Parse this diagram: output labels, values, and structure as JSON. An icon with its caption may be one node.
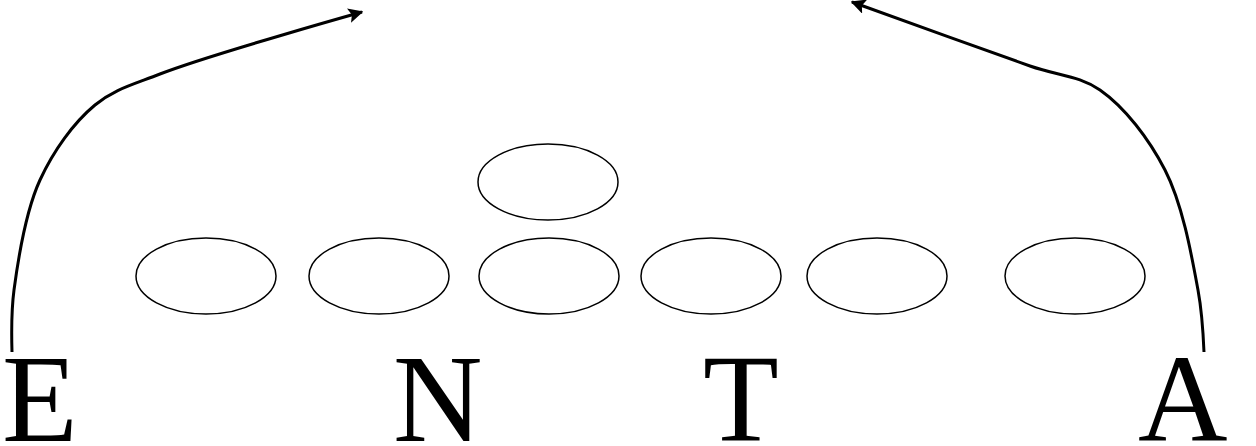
{
  "diagram": {
    "nodes": [
      {
        "text": [
          "E"
        ]
      },
      {
        "text": [
          "A"
        ]
      },
      {
        "text": [],
        "shape": "ellipse"
      },
      {
        "text": [],
        "shape": "ellipse"
      },
      {
        "text": [],
        "shape": "ellipse"
      },
      {
        "text": [],
        "shape": "ellipse"
      },
      {
        "text": [],
        "shape": "ellipse"
      },
      {
        "text": [],
        "shape": "ellipse"
      },
      {
        "text": [],
        "shape": "ellipse"
      }
    ],
    "edges": [
      {
        "from": 0,
        "to": null,
        "arrow": "to"
      },
      {
        "from": 1,
        "to": null,
        "arrow": "to"
      }
    ],
    "labels": [
      "N",
      "T"
    ]
  }
}
